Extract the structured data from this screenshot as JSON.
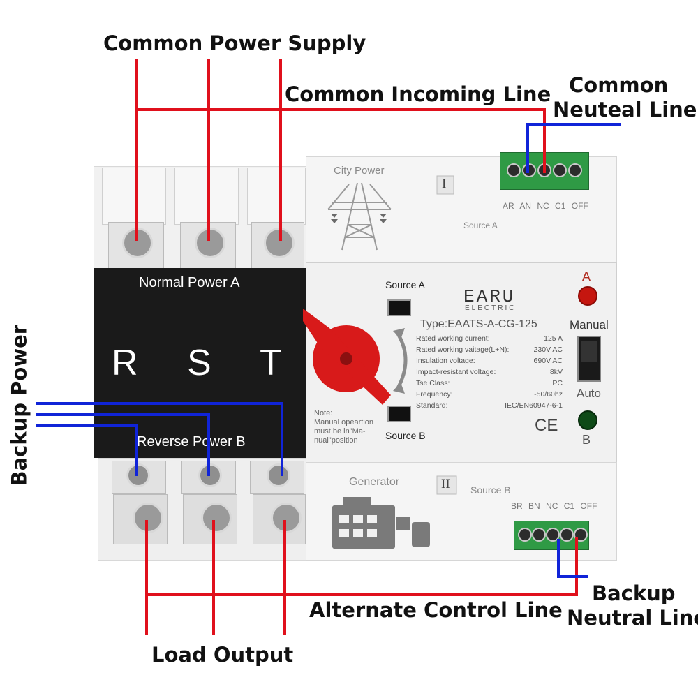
{
  "callouts": {
    "common_power_supply": "Common Power Supply",
    "common_incoming_line": "Common Incoming Line",
    "common_neutral_line_1": "Common",
    "common_neutral_line_2": "Neuteal Line",
    "backup_power": "Backup Power",
    "alternate_control_line": "Alternate Control Line",
    "load_output": "Load Output",
    "backup_neutral_line_1": "Backup",
    "backup_neutral_line_2": "Neutral Line"
  },
  "device": {
    "city_power": "City Power",
    "roman_one": "I",
    "roman_two": "II",
    "source_a_top": "Source A",
    "source_b_bottom": "Source B",
    "generator": "Generator",
    "terminals_top": [
      "AR",
      "AN",
      "NC",
      "C1",
      "OFF"
    ],
    "terminals_bottom": [
      "BR",
      "BN",
      "NC",
      "C1",
      "OFF"
    ],
    "normal_power": "Normal Power A",
    "reverse_power": "Reverse Power B",
    "phases": [
      "R",
      "S",
      "T"
    ],
    "window_source_a": "Source A",
    "window_source_b": "Source B",
    "brand": "EARU",
    "brand_sub": "ELECTRIC",
    "type": "Type:EAATS-A-CG-125",
    "specs": [
      {
        "k": "Rated working current:",
        "v": "125   A"
      },
      {
        "k": "Rated working vaitage(L+N):",
        "v": "230V AC"
      },
      {
        "k": "Insulation voltage:",
        "v": "690V AC"
      },
      {
        "k": "Impact-resistant voltage:",
        "v": "8kV"
      },
      {
        "k": "Tse Class:",
        "v": "PC"
      },
      {
        "k": "Frequency:",
        "v": "-50/60hz"
      },
      {
        "k": "Standard:",
        "v": "IEC/EN60947-6-1"
      }
    ],
    "note_1": "Note:",
    "note_2": "Manual opeartion",
    "note_3": "must be in\"Ma-",
    "note_4": "nual\"position",
    "ce_mark": "CE",
    "led_a": "A",
    "led_b": "B",
    "manual": "Manual",
    "auto": "Auto"
  },
  "colors": {
    "red_wire": "#e0101c",
    "blue_wire": "#1024d8",
    "black_panel": "#1a1a1a",
    "handle_red": "#d81a1a",
    "terminal_green": "#2f9a45"
  }
}
